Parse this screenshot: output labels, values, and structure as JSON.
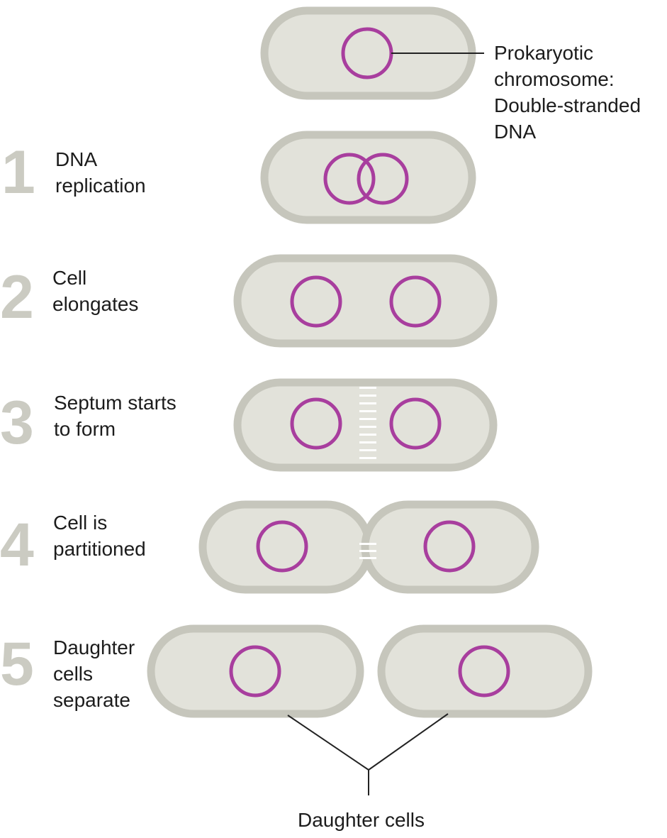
{
  "colors": {
    "cell_wall": "#c6c6bc",
    "cytoplasm": "#e2e2da",
    "chromosome": "#a83e9e",
    "step_number": "#cbcbc2",
    "septum": "#ffffff",
    "pointer_line": "#222222"
  },
  "chromosome_label": [
    "Prokaryotic",
    "chromosome:",
    "Double-stranded",
    "DNA"
  ],
  "steps": [
    {
      "number": "1",
      "label": [
        "DNA",
        "replication"
      ]
    },
    {
      "number": "2",
      "label": [
        "Cell",
        "elongates"
      ]
    },
    {
      "number": "3",
      "label": [
        "Septum starts",
        "to form"
      ]
    },
    {
      "number": "4",
      "label": [
        "Cell is",
        "partitioned"
      ]
    },
    {
      "number": "5",
      "label": [
        "Daughter",
        "cells",
        "separate"
      ]
    }
  ],
  "daughter_cells_label": "Daughter cells"
}
